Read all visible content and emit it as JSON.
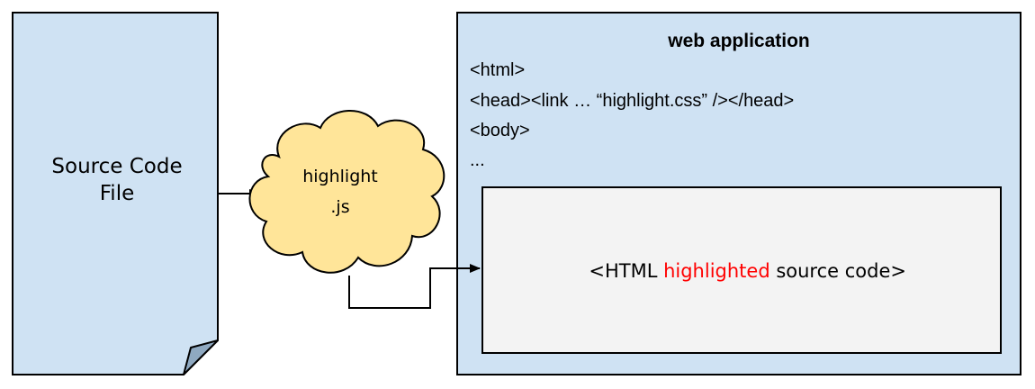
{
  "source_file": {
    "line1": "Source Code",
    "line2": "File"
  },
  "processor": {
    "line1": "highlight",
    "line2": ".js"
  },
  "web_app": {
    "title": "web application",
    "code_lines": [
      "<html>",
      "<head><link … “highlight.css” /></head>",
      "<body>",
      "..."
    ],
    "output": {
      "prefix": "<HTML ",
      "highlight": "highlighted",
      "suffix": " source code>"
    }
  },
  "colors": {
    "box_fill": "#cfe2f3",
    "cloud_fill": "#ffe599",
    "inner_fill": "#f3f3f3",
    "highlight_text": "#ff0000",
    "stroke": "#000000"
  }
}
